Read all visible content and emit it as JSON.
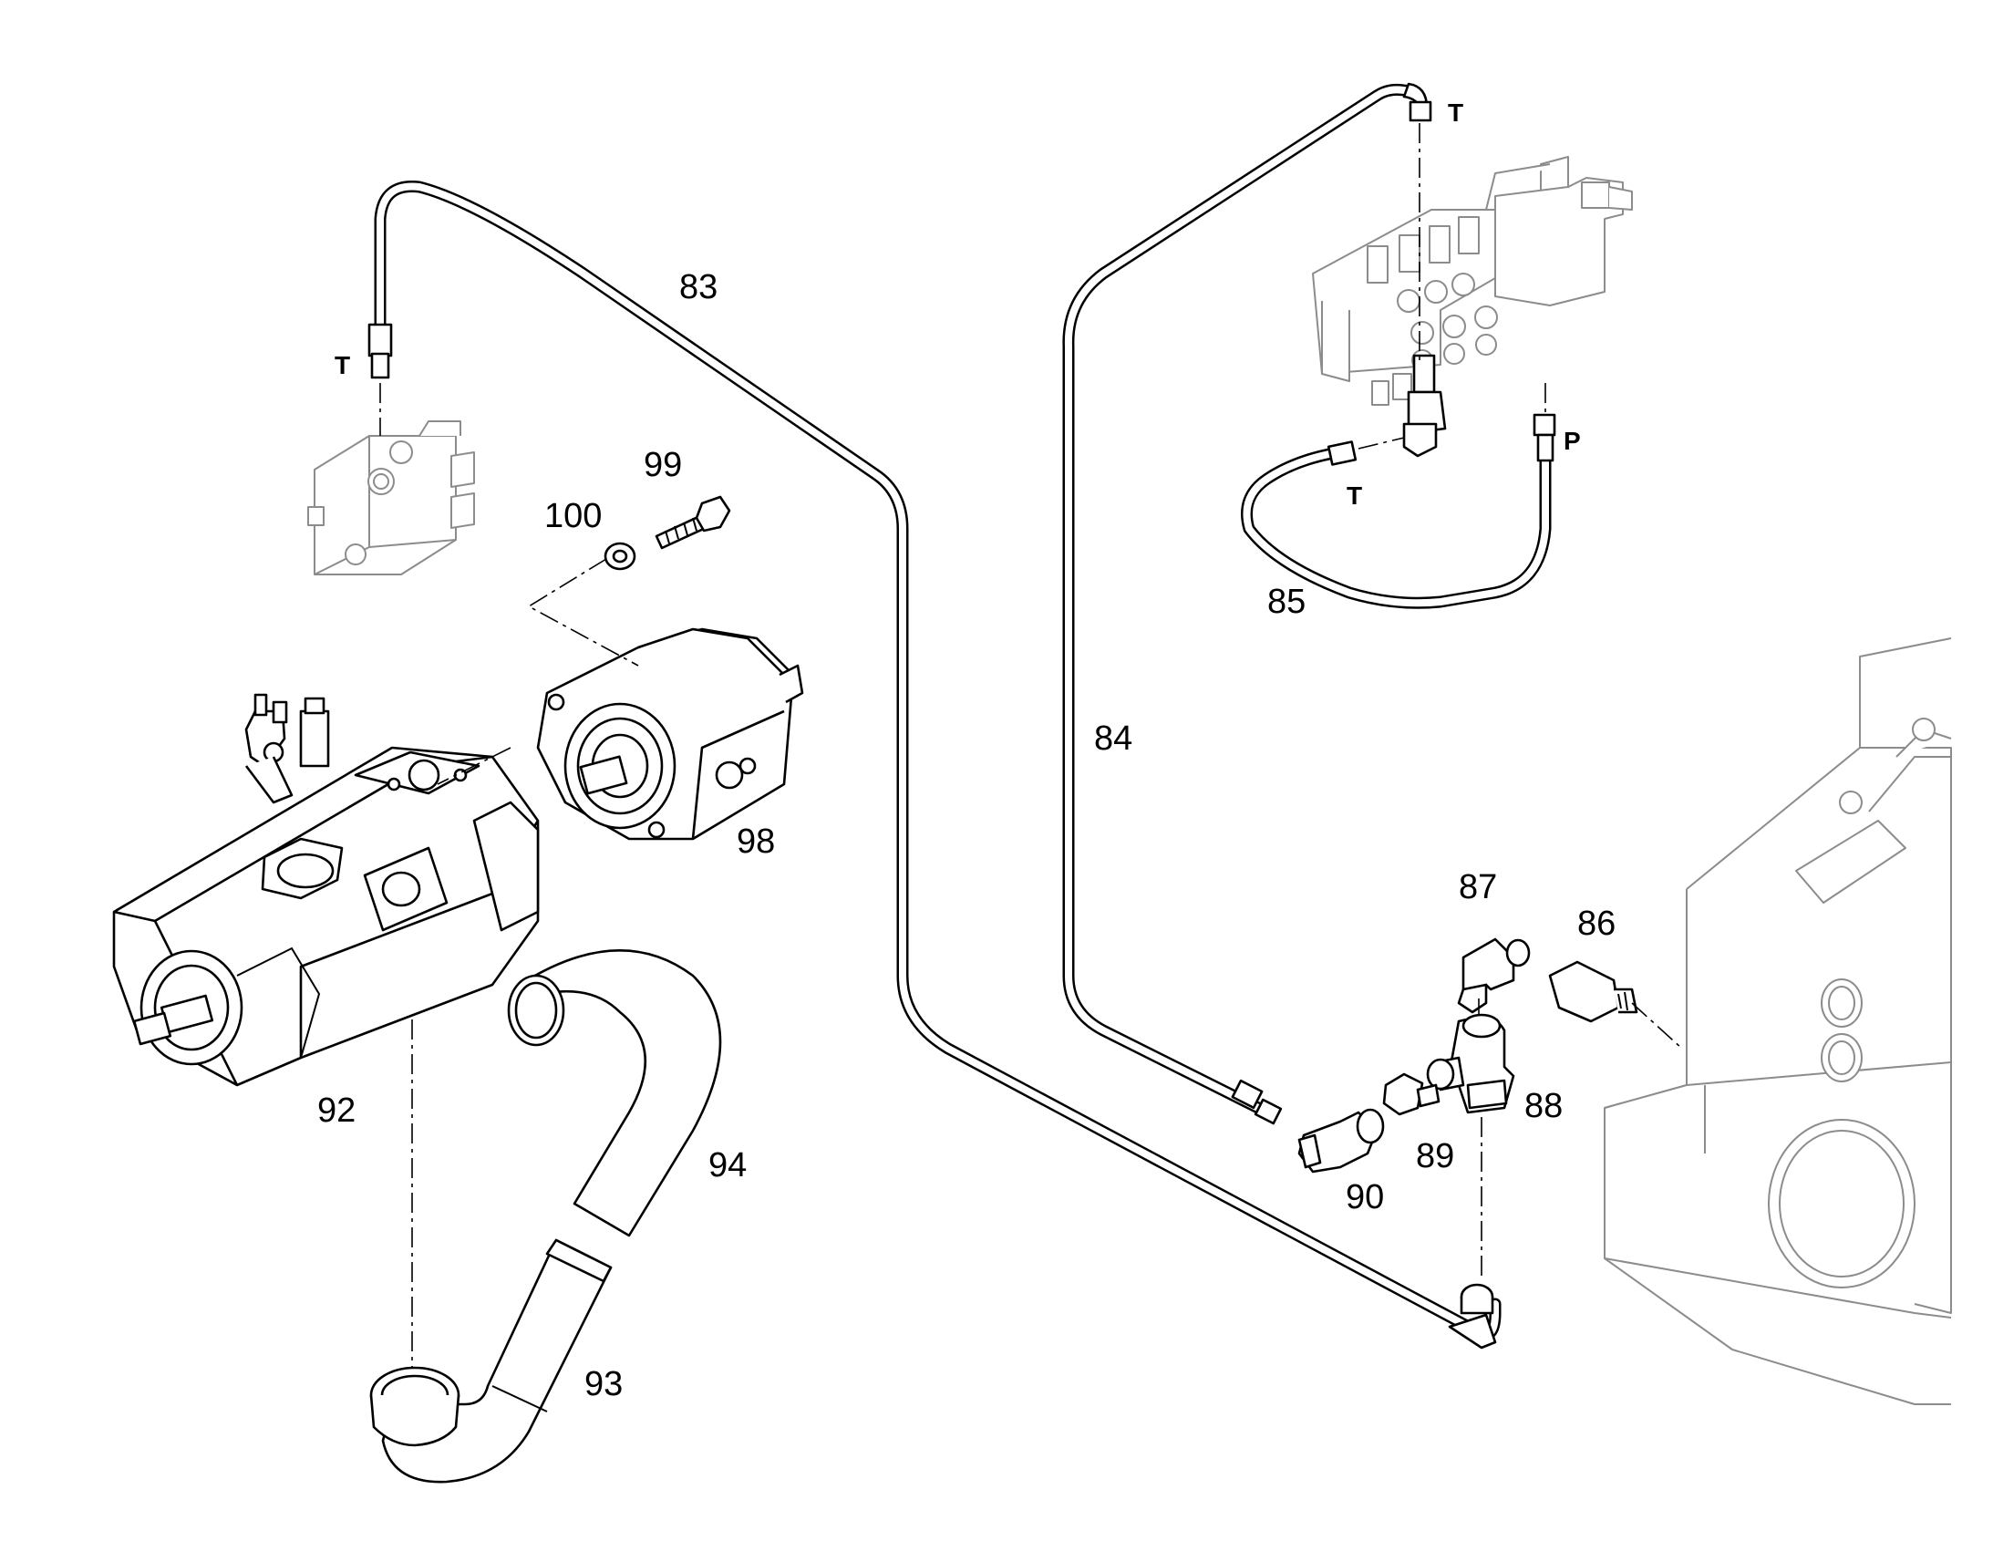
{
  "callouts": {
    "n83": "83",
    "n84": "84",
    "n85": "85",
    "n86": "86",
    "n87": "87",
    "n88": "88",
    "n89": "89",
    "n90": "90",
    "n92": "92",
    "n93": "93",
    "n94": "94",
    "n98": "98",
    "n99": "99",
    "n100": "100"
  },
  "ports": {
    "t_left_block": "T",
    "t_top_valve": "T",
    "t_return_85": "T",
    "p_pressure_85": "P"
  },
  "colors": {
    "line": "#000000",
    "ghost_part": "#8c8c8c",
    "background": "#ffffff"
  }
}
